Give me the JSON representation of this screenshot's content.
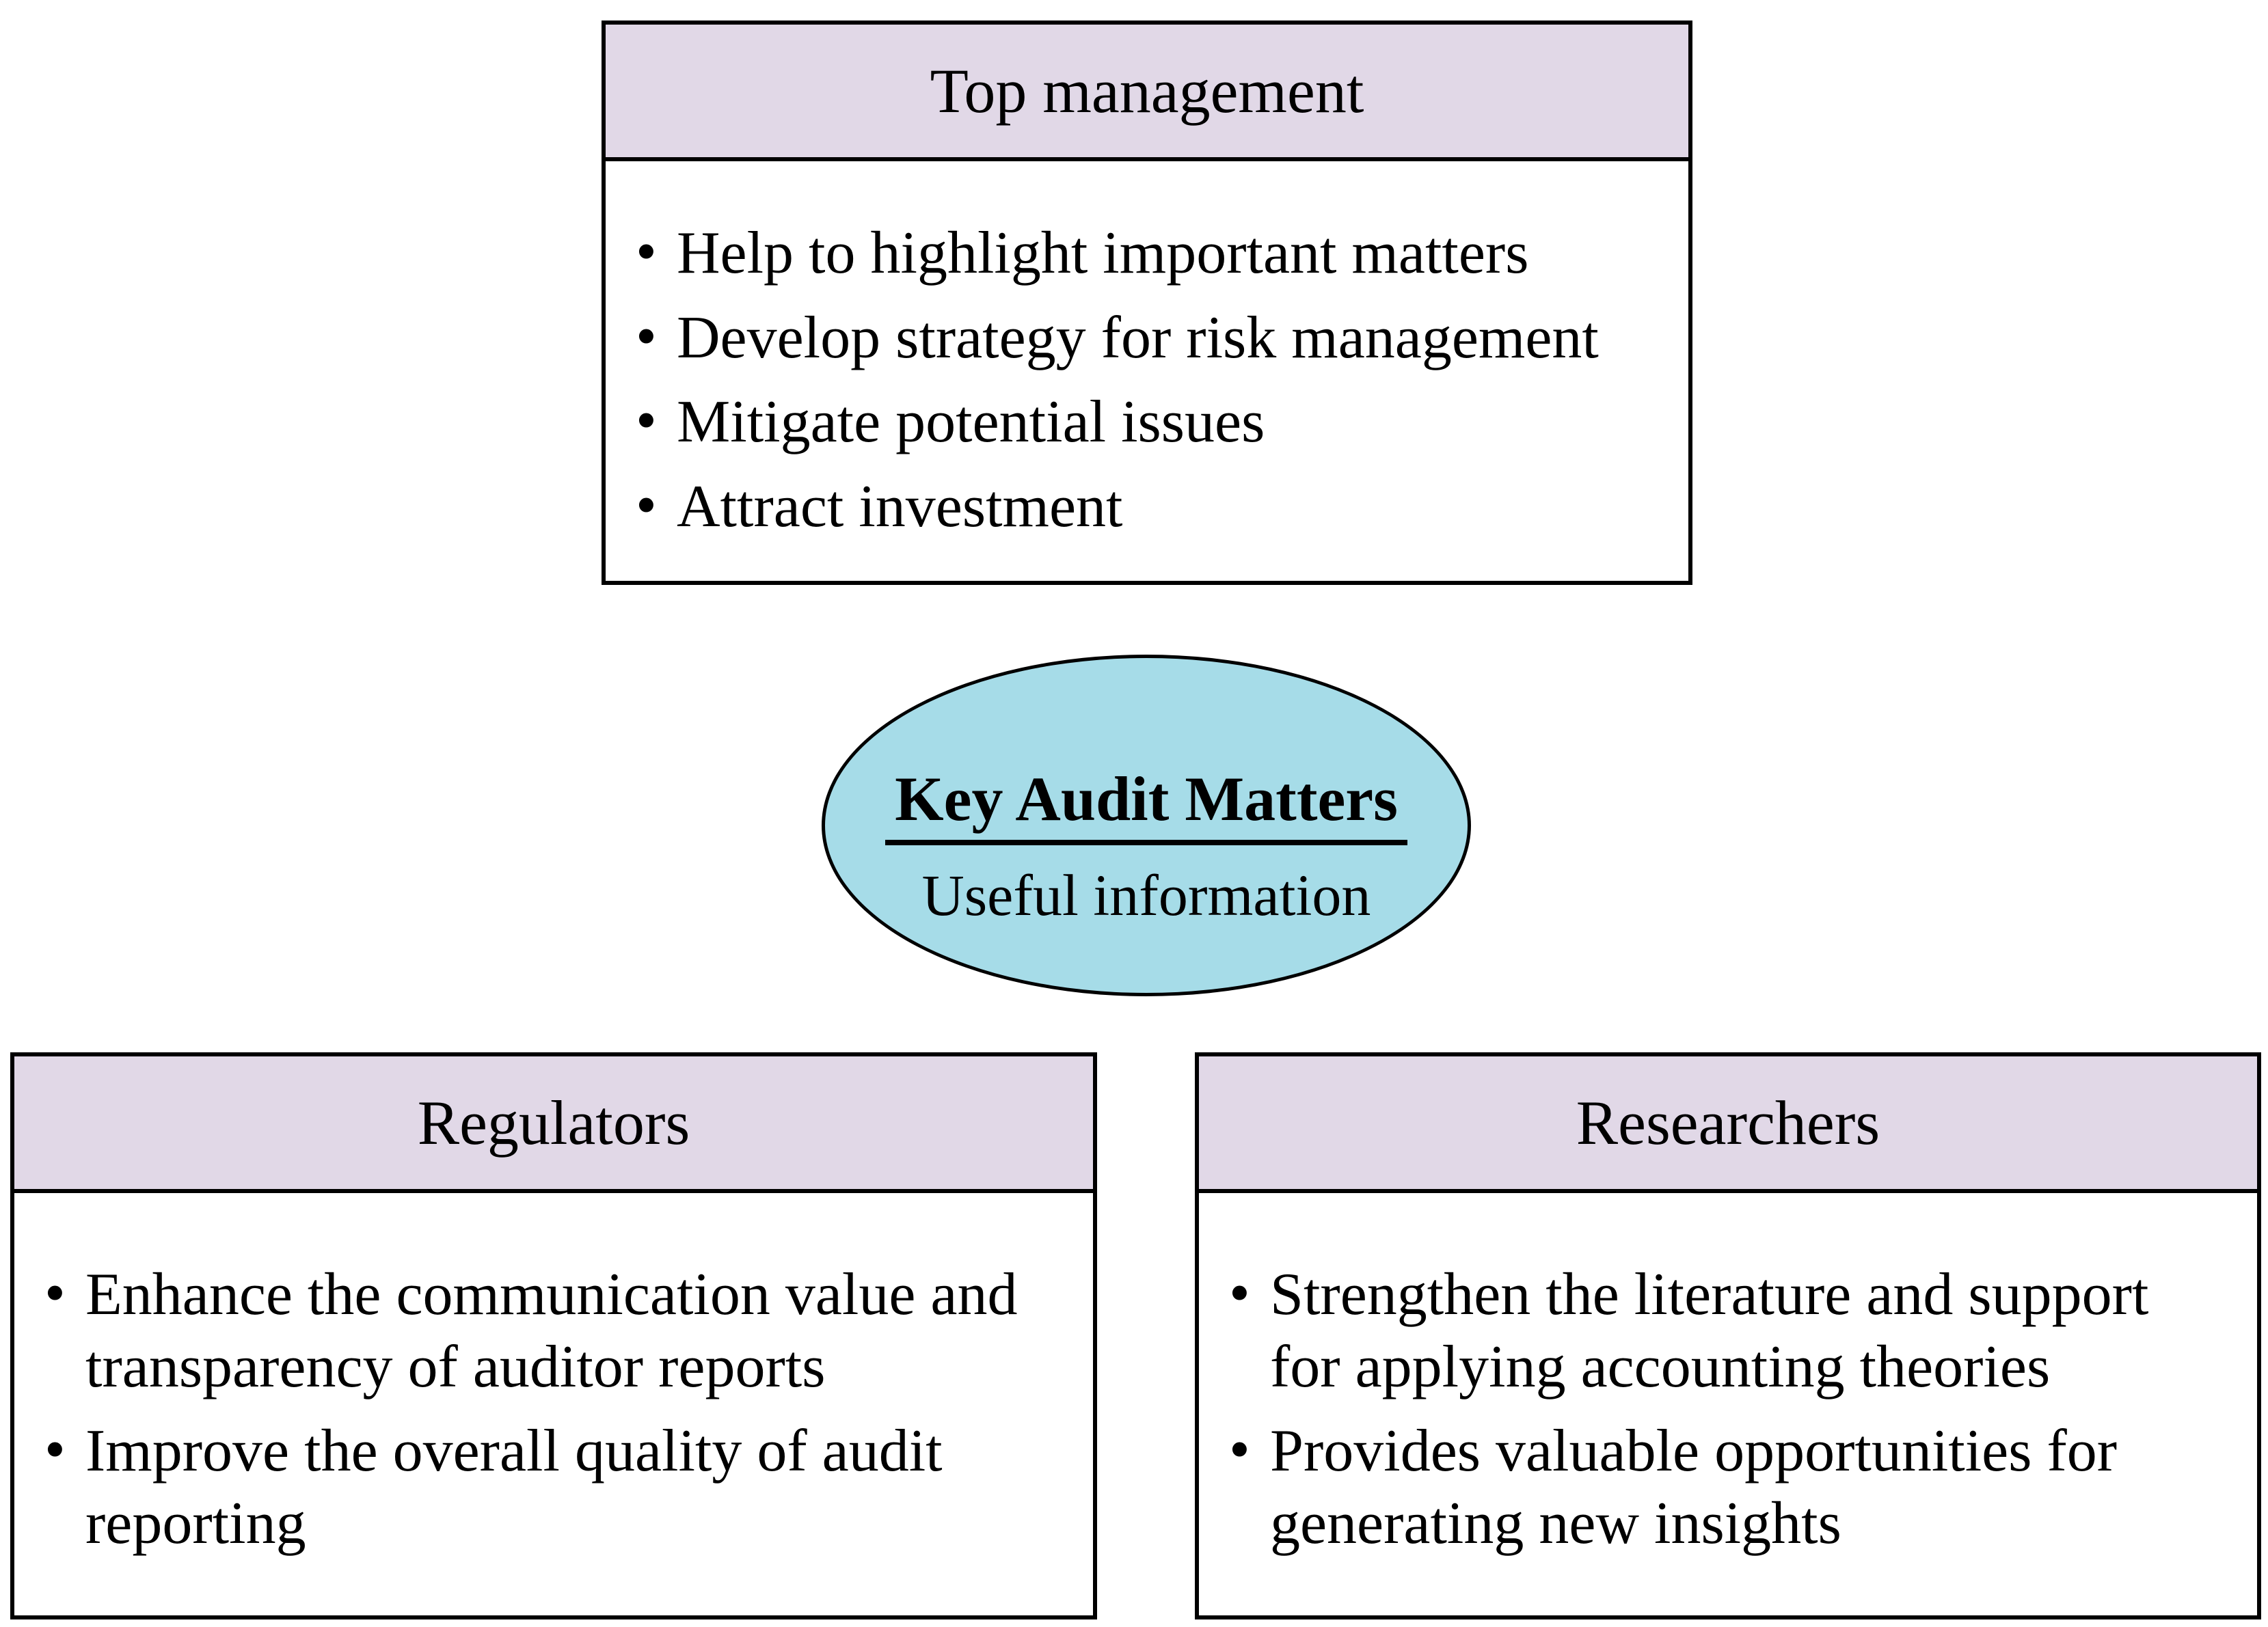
{
  "top_box": {
    "title": "Top management",
    "bullets": [
      "Help to highlight important matters",
      "Develop strategy for risk management",
      "Mitigate potential issues",
      "Attract investment"
    ]
  },
  "center_ellipse": {
    "title": "Key Audit Matters",
    "subtitle": "Useful information"
  },
  "left_box": {
    "title": "Regulators",
    "bullets": [
      "Enhance the communication value and transparency of auditor reports",
      "Improve the overall quality of audit reporting"
    ]
  },
  "right_box": {
    "title": "Researchers",
    "bullets": [
      "Strengthen the literature and support for applying accounting theories",
      "Provides valuable opportunities for generating new insights"
    ]
  },
  "colors": {
    "header_fill": "#e1d8e7",
    "ellipse_fill": "#a6dce8",
    "border": "#000000",
    "text": "#000000",
    "background": "#ffffff"
  }
}
